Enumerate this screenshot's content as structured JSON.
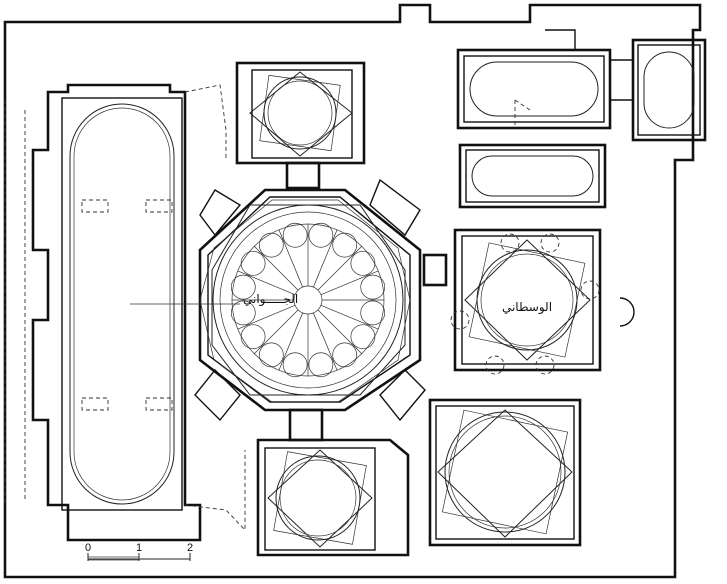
{
  "labels": {
    "juwani": "الجـــــواني",
    "wustani": "الوسطاني"
  },
  "scale_bar": {
    "ticks": [
      "0",
      "1",
      "2"
    ]
  },
  "colors": {
    "ink": "#111111",
    "background": "#ffffff"
  }
}
